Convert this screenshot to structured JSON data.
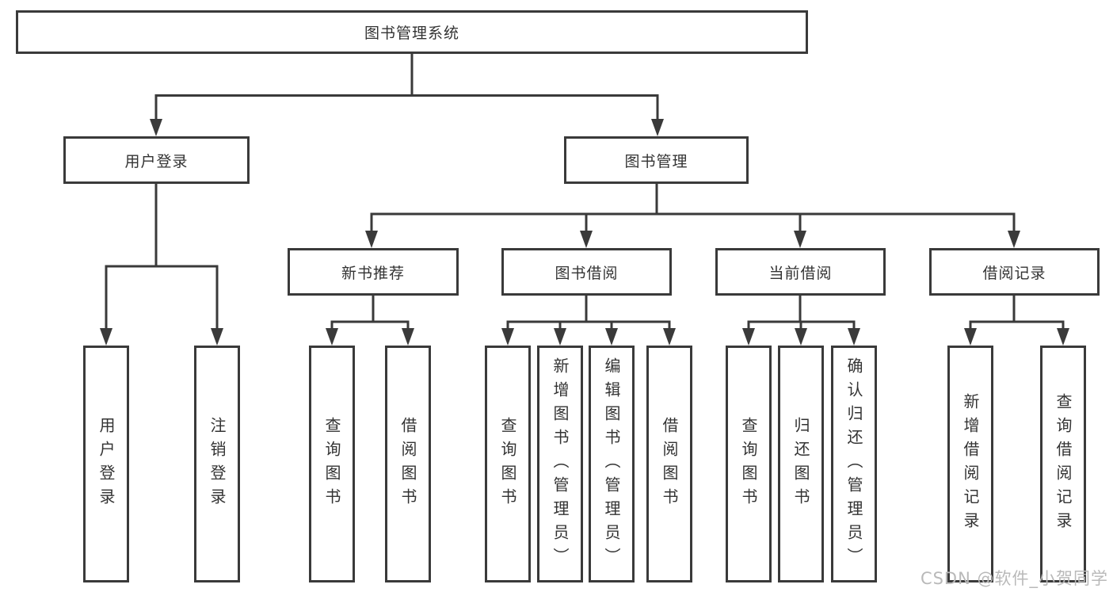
{
  "diagram": {
    "root": {
      "label": "图书管理系统"
    },
    "branches": [
      {
        "label": "用户登录",
        "leaves": [
          {
            "label": "用户登录"
          },
          {
            "label": "注销登录"
          }
        ]
      },
      {
        "label": "图书管理",
        "children": [
          {
            "label": "新书推荐",
            "leaves": [
              {
                "label": "查询图书"
              },
              {
                "label": "借阅图书"
              }
            ]
          },
          {
            "label": "图书借阅",
            "leaves": [
              {
                "label": "查询图书"
              },
              {
                "label": "新增图书（管理员）"
              },
              {
                "label": "编辑图书（管理员）"
              },
              {
                "label": "借阅图书"
              }
            ]
          },
          {
            "label": "当前借阅",
            "leaves": [
              {
                "label": "查询图书"
              },
              {
                "label": "归还图书"
              },
              {
                "label": "确认归还（管理员）"
              }
            ]
          },
          {
            "label": "借阅记录",
            "leaves": [
              {
                "label": "新增借阅记录"
              },
              {
                "label": "查询借阅记录"
              }
            ]
          }
        ]
      }
    ]
  },
  "watermark": {
    "text": "CSDN @软件_小贺同学"
  },
  "colors": {
    "line": "#3a3a3a",
    "text": "#333333",
    "watermark": "#b9b9b9",
    "background": "#ffffff"
  }
}
